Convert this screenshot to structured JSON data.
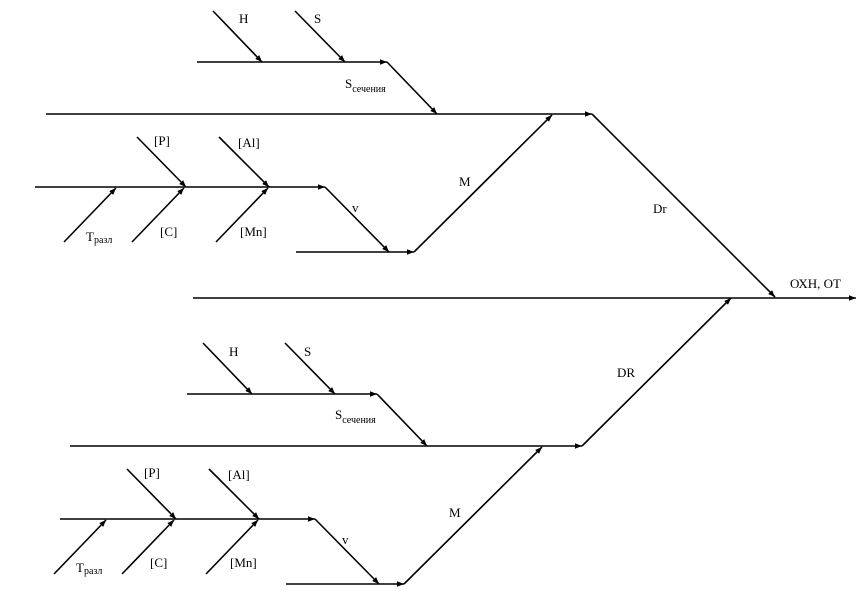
{
  "diagram": {
    "output_label": "ОХН, ОТ",
    "upper": {
      "thick_group": {
        "H": "H",
        "S": "S",
        "sec_main": "S",
        "sec_sub": "сечения"
      },
      "chem_group": {
        "P": "[P]",
        "Al": "[Al]",
        "C": "[C]",
        "Mn": "[Mn]",
        "T_main": "T",
        "T_sub": "разл"
      },
      "v": "v",
      "M": "M",
      "D": "Dr"
    },
    "lower": {
      "thick_group": {
        "H": "H",
        "S": "S",
        "sec_main": "S",
        "sec_sub": "сечения"
      },
      "chem_group": {
        "P": "[P]",
        "Al": "[Al]",
        "C": "[C]",
        "Mn": "[Mn]",
        "T_main": "T",
        "T_sub": "разл"
      },
      "v": "v",
      "M": "M",
      "D": "DR"
    }
  }
}
